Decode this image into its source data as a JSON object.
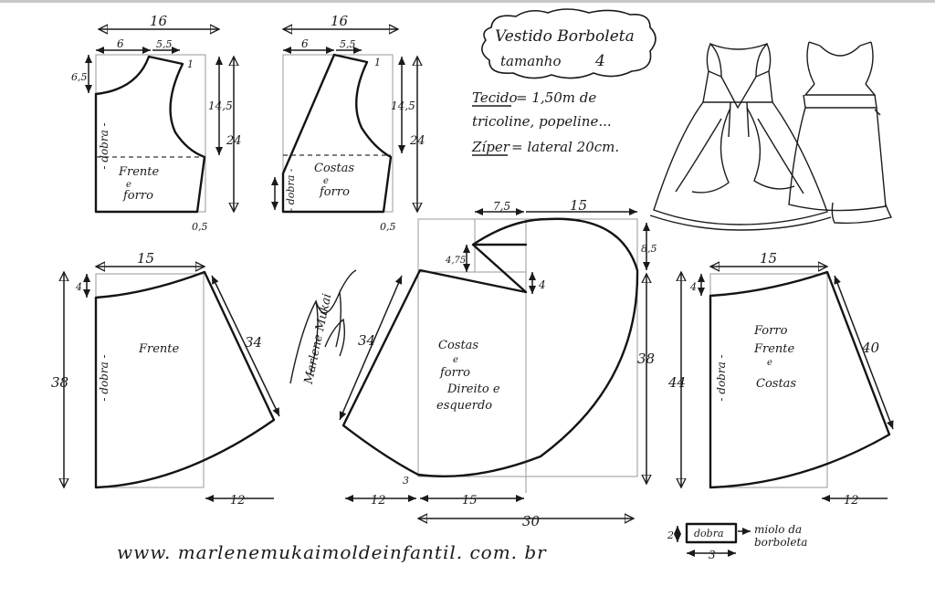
{
  "title_box": {
    "line1": "Vestido Borboleta",
    "line2": "tamanho",
    "size": "4"
  },
  "fabric": {
    "tecido_label": "Tecido",
    "tecido_value": "= 1,50m de",
    "tecido_line2": "tricoline, popeline...",
    "ziper_label": "Zíper",
    "ziper_value": "= lateral 20cm."
  },
  "bodice_front": {
    "label1": "Frente",
    "label2": "e",
    "label3": "forro",
    "fold": "- dobra -",
    "width": "16",
    "neck_w": "6",
    "shoulder": "5,5",
    "shoulder_drop": "1",
    "neck_depth": "6,5",
    "armhole": "14,5",
    "height": "24",
    "waist_offset": "0,5"
  },
  "bodice_back": {
    "label1": "Costas",
    "label2": "e",
    "label3": "forro",
    "fold": "- dobra -",
    "width": "16",
    "neck_w": "6",
    "shoulder": "5,5",
    "shoulder_drop": "1",
    "armhole": "14,5",
    "height": "24",
    "waist_offset": "0,5"
  },
  "skirt_front": {
    "label": "Frente",
    "fold": "- dobra -",
    "width": "15",
    "top_drop": "4",
    "side": "34",
    "height": "38",
    "hem_ext": "12"
  },
  "skirt_back": {
    "label1": "Costas",
    "label2": "e",
    "label3": "forro",
    "label4": "Direito e",
    "label5": "esquerdo",
    "top_w1": "7,5",
    "top_w2": "15",
    "drop1": "4,75",
    "drop2": "4",
    "right_top": "8,5",
    "side_left": "34",
    "height": "38",
    "bottom_left": "12",
    "bottom_mid": "15",
    "total_w": "30",
    "corner": "3"
  },
  "skirt_lining": {
    "label1": "Forro",
    "label2": "Frente",
    "label3": "e",
    "label4": "Costas",
    "fold": "- dobra -",
    "width": "15",
    "top_drop": "4",
    "side": "40",
    "height": "44",
    "hem_ext": "12"
  },
  "butterfly_piece": {
    "label": "dobra",
    "height": "2",
    "width": "3",
    "note1": "miolo da",
    "note2": "borboleta"
  },
  "signature": "Marlene Mukai",
  "website": "www. marlenemukaimoldeinfantil. com. br",
  "colors": {
    "ink": "#1a1a1a",
    "background": "#ffffff",
    "guide": "#9a9a9a"
  }
}
